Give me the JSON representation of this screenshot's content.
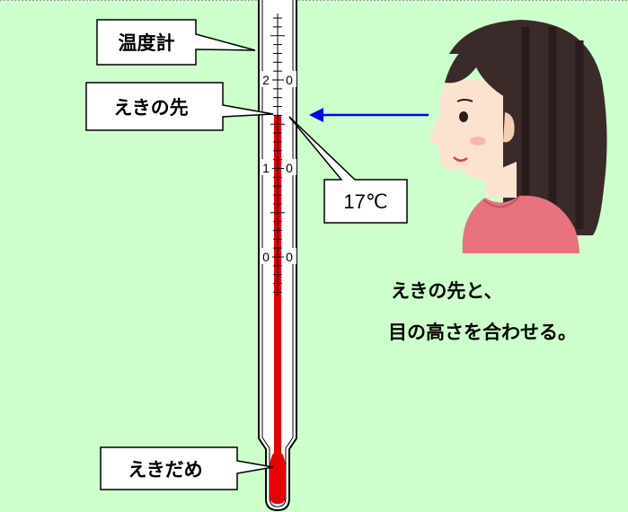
{
  "colors": {
    "background": "#ccffcc",
    "liquid": "#e60000",
    "arrow": "#0000ff",
    "callout_border": "#000000",
    "callout_fill": "#ffffff"
  },
  "thermometer": {
    "scale_labels": [
      "2 0",
      "1 0",
      "0 0"
    ],
    "reading_celsius": 17
  },
  "callouts": {
    "thermometer": "温度計",
    "liquid_tip": "えきの先",
    "reading": "17℃",
    "bulb": "えきだめ"
  },
  "person": {
    "icon": "person-profile-icon"
  },
  "instruction": {
    "line1": "えきの先と、",
    "line2": "目の高さを合わせる。"
  }
}
